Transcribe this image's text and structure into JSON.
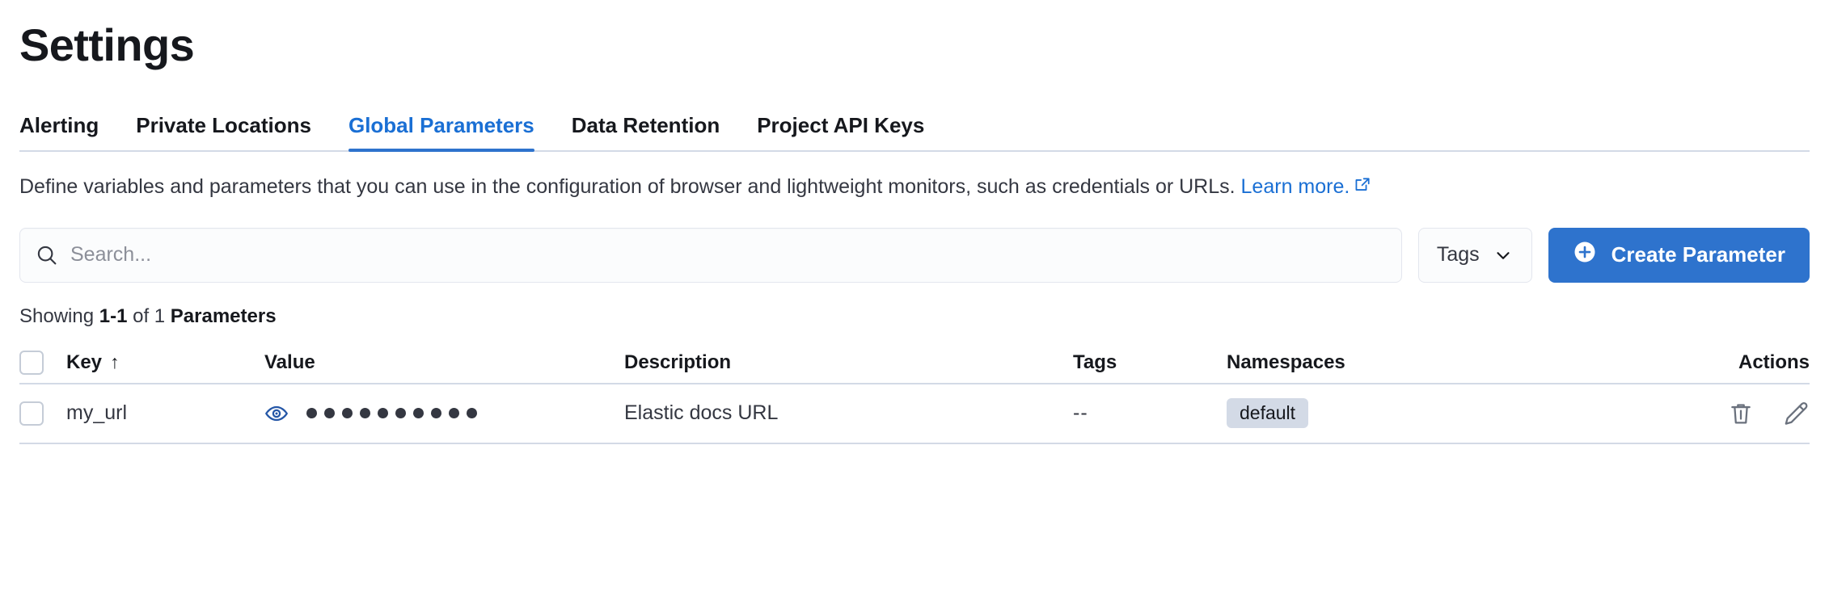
{
  "header": {
    "title": "Settings"
  },
  "tabs": [
    {
      "label": "Alerting",
      "active": false,
      "name": "tab-alerting"
    },
    {
      "label": "Private Locations",
      "active": false,
      "name": "tab-private-locations"
    },
    {
      "label": "Global Parameters",
      "active": true,
      "name": "tab-global-parameters"
    },
    {
      "label": "Data Retention",
      "active": false,
      "name": "tab-data-retention"
    },
    {
      "label": "Project API Keys",
      "active": false,
      "name": "tab-project-api-keys"
    }
  ],
  "description": {
    "text": "Define variables and parameters that you can use in the configuration of browser and lightweight monitors, such as credentials or URLs. ",
    "link_label": "Learn more.",
    "link_icon": "external-link-icon"
  },
  "toolbar": {
    "search_placeholder": "Search...",
    "search_value": "",
    "search_icon": "search-icon",
    "tags_label": "Tags",
    "tags_icon": "chevron-down-icon",
    "create_label": "Create Parameter",
    "create_icon": "plus-circle-icon",
    "accent_color": "#2e73cd"
  },
  "results": {
    "prefix": "Showing ",
    "range": "1-1",
    "middle": " of 1 ",
    "entity": "Parameters"
  },
  "table": {
    "columns": [
      {
        "label": "Key",
        "sort": "↑",
        "name": "column-key"
      },
      {
        "label": "Value",
        "name": "column-value"
      },
      {
        "label": "Description",
        "name": "column-description"
      },
      {
        "label": "Tags",
        "name": "column-tags"
      },
      {
        "label": "Namespaces",
        "name": "column-namespaces"
      },
      {
        "label": "Actions",
        "name": "column-actions"
      }
    ],
    "rows": [
      {
        "key": "my_url",
        "value_masked": "••••••••••",
        "value_dot_count": 10,
        "description": "Elastic docs URL",
        "tags": "--",
        "namespace": "default",
        "actions": [
          "delete-icon",
          "edit-icon"
        ]
      }
    ]
  },
  "colors": {
    "accent": "#2e73cd",
    "link": "#1a6fd4",
    "text": "#343741",
    "heading": "#16181d",
    "border": "#d3dae6",
    "badge_bg": "#d3dae6",
    "field_bg": "#fbfcfd"
  }
}
